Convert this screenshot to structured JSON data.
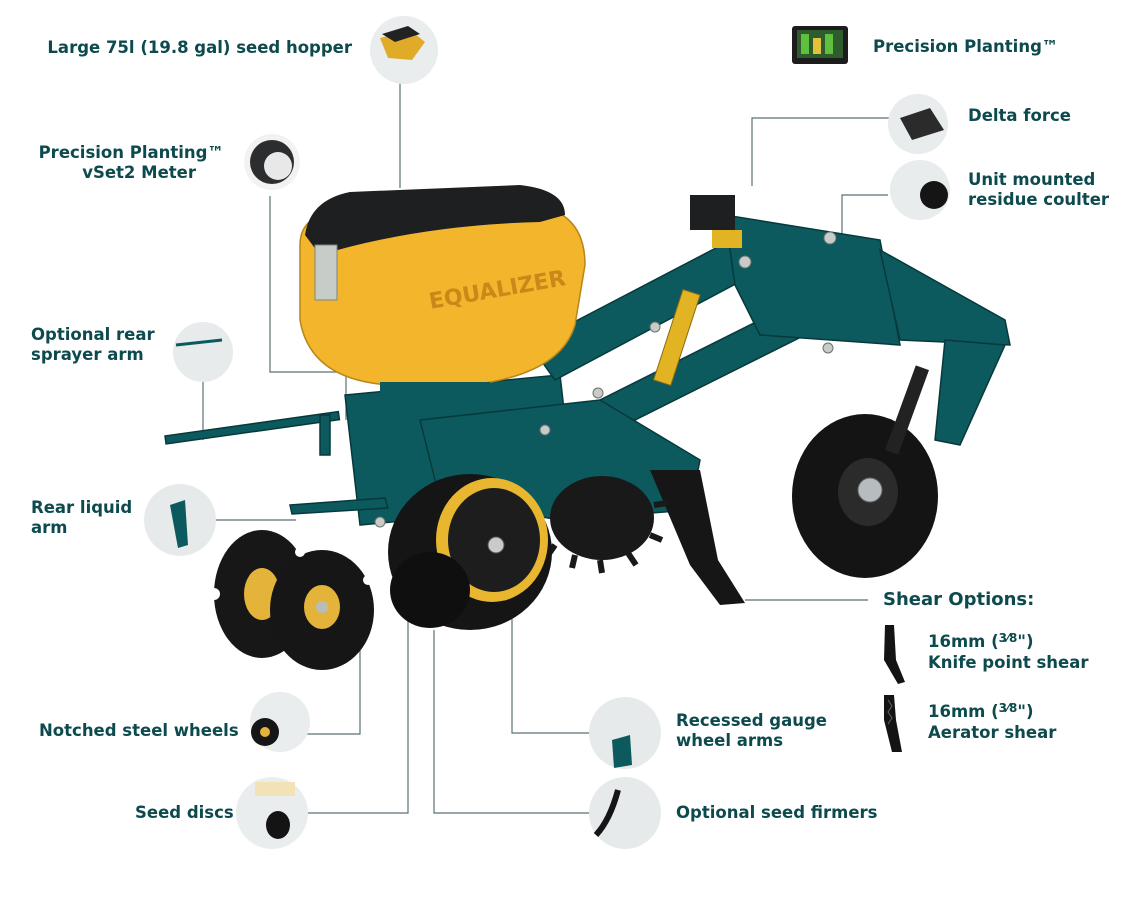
{
  "colors": {
    "label_text": "#0d4a4e",
    "leader_line": "#5a7276",
    "frame_teal": "#0c5a5e",
    "hopper_yellow": "#f2b52c",
    "hopper_lid": "#1e1f21",
    "tire_black": "#1a1a1a",
    "rim_yellow": "#e8b72f"
  },
  "hopper": {
    "brand_text": "EQUALIZER"
  },
  "labels": {
    "seed_hopper": "Large 75l (19.8 gal) seed hopper",
    "vset2_line1": "Precision Planting™",
    "vset2_line2": "vSet2 Meter",
    "precision_planting": "Precision Planting™",
    "delta_force": "Delta force",
    "residue_line1": "Unit mounted",
    "residue_line2": "residue coulter",
    "rear_sprayer_line1": "Optional rear",
    "rear_sprayer_line2": "sprayer arm",
    "rear_liquid_line1": "Rear liquid",
    "rear_liquid_line2": "arm",
    "notched_wheels": "Notched steel wheels",
    "seed_discs": "Seed discs",
    "gauge_line1": "Recessed gauge",
    "gauge_line2": "wheel arms",
    "seed_firmers": "Optional seed firmers",
    "shear_title": "Shear Options:",
    "shear1_size_a": "16mm (",
    "shear1_frac": "3⁄8",
    "shear1_size_b": "\")",
    "shear1_name": "Knife point shear",
    "shear2_size_a": "16mm (",
    "shear2_frac": "3⁄8",
    "shear2_size_b": "\")",
    "shear2_name": "Aerator shear"
  },
  "icons": [
    "seed-hopper-thumb-icon",
    "vset2-meter-thumb-icon",
    "monitor-display-icon",
    "delta-force-thumb-icon",
    "residue-coulter-thumb-icon",
    "rear-sprayer-thumb-icon",
    "rear-liquid-thumb-icon",
    "notched-wheels-thumb-icon",
    "seed-discs-thumb-icon",
    "gauge-wheel-thumb-icon",
    "seed-firmer-thumb-icon",
    "knife-shear-icon",
    "aerator-shear-icon"
  ]
}
